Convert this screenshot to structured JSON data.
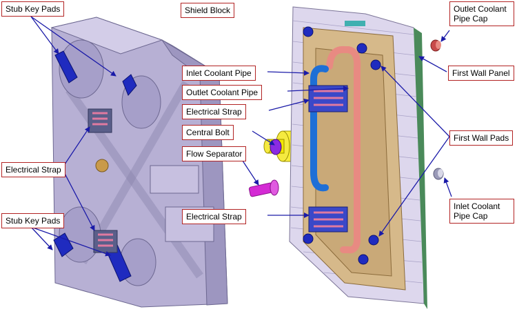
{
  "labels": {
    "stub_key_pads_top": "Stub Key Pads",
    "shield_block": "Shield Block",
    "outlet_coolant_pipe_cap": "Outlet Coolant Pipe Cap",
    "inlet_coolant_pipe": "Inlet Coolant Pipe",
    "outlet_coolant_pipe": "Outlet Coolant Pipe",
    "first_wall_panel": "First Wall Panel",
    "electrical_strap_center_top": "Electrical Strap",
    "central_bolt": "Central Bolt",
    "first_wall_pads": "First Wall Pads",
    "flow_separator": "Flow Separator",
    "electrical_strap_left": "Electrical Strap",
    "inlet_coolant_pipe_cap": "Inlet Coolant Pipe Cap",
    "stub_key_pads_bottom": "Stub Key Pads",
    "electrical_strap_center_bottom": "Electrical Strap"
  },
  "colors": {
    "callout_border": "#b22222",
    "arrow": "#1a1aa8",
    "shield_block": "#b9b2d6",
    "stub_key_pad": "#1f2bbf",
    "first_wall_panel": "#d9d2ea",
    "backplate": "#d6b98a",
    "inlet_pipe": "#1e6fd6",
    "outlet_pipe": "#e88a82",
    "central_bolt": "#f2e600",
    "flow_separator": "#d42ad4"
  }
}
